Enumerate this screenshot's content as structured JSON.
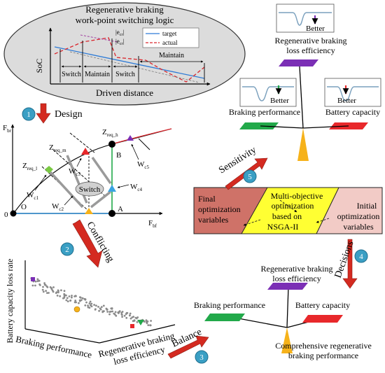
{
  "title": {
    "line1": "Regenerative braking",
    "line2": "work-point switching logic"
  },
  "soc_panel": {
    "y_axis": "SoC",
    "x_axis": "Driven distance",
    "legend_target": "target",
    "legend_actual": "actual",
    "error_labels": [
      "|e",
      "|e"
    ],
    "phase_labels": [
      "Switch",
      "Maintain",
      "Switch",
      "Maintain"
    ],
    "colors": {
      "target": "#2e7bd6",
      "actual": "#d9262c"
    }
  },
  "steps": {
    "step1": {
      "number": "1",
      "label": "Design"
    },
    "step2": {
      "number": "2",
      "label": "Conflicting"
    },
    "step3": {
      "number": "3",
      "label": "Balance"
    },
    "step4": {
      "number": "4",
      "label": "Decisions"
    },
    "step5": {
      "number": "5",
      "label": "Sensitivity"
    }
  },
  "force_panel": {
    "y_axis": "F",
    "y_axis_sub": "br",
    "x_axis": "F",
    "x_axis_sub": "bf",
    "origin": "0",
    "point_labels": {
      "z_req_h": "Z",
      "z_req_h_sub": "req_h",
      "z_req_m": "Z",
      "z_req_m_sub": "req_m",
      "z_req_l": "Z",
      "z_req_l_sub": "req_l",
      "B": "B",
      "A": "A",
      "O": "O"
    },
    "weights": {
      "wc1": "W",
      "wc1_sub": "c1",
      "wc2": "W",
      "wc2_sub": "c2",
      "wc3": "W",
      "wc3_sub": "c3",
      "wc4": "W",
      "wc4_sub": "c4",
      "wc5": "W",
      "wc5_sub": "c5"
    },
    "switch_label": "Switch"
  },
  "pareto_panel": {
    "z_axis": "Battery capacity loss rate",
    "x_axis": "Braking performance",
    "y_axis_line1": "Regenerative braking",
    "y_axis_line2": "loss efficiency"
  },
  "optimization_box": {
    "left_line1": "Final",
    "left_line2": "optimization",
    "left_line3": "variables",
    "center_line1": "Multi-objective",
    "center_line2": "optimization",
    "center_line3": "based on",
    "center_line4": "NSGA-II",
    "right_line1": "Initial",
    "right_line2": "optimization",
    "right_line3": "variables"
  },
  "sensitivity_panel": {
    "top_label_line1": "Regenerative braking",
    "top_label_line2": "loss efficiency",
    "left_label": "Braking performance",
    "right_label": "Battery capacity",
    "better": "Better"
  },
  "balance_panel": {
    "top_line1": "Regenerative braking",
    "top_line2": "loss efficiency",
    "left_label": "Braking performance",
    "right_label": "Battery capacity",
    "bottom_line1": "Comprehensive regenerative",
    "bottom_line2": "braking performance"
  },
  "colors": {
    "red": "#e8282b",
    "green": "#22a94a",
    "purple": "#7b2fb5",
    "orange": "#f6b21a",
    "blue": "#3aa3e0",
    "teal_badge": "#3a9fc4",
    "yellow": "#ffff33",
    "box_left": "#cf7268",
    "box_right": "#f2cbc6"
  }
}
